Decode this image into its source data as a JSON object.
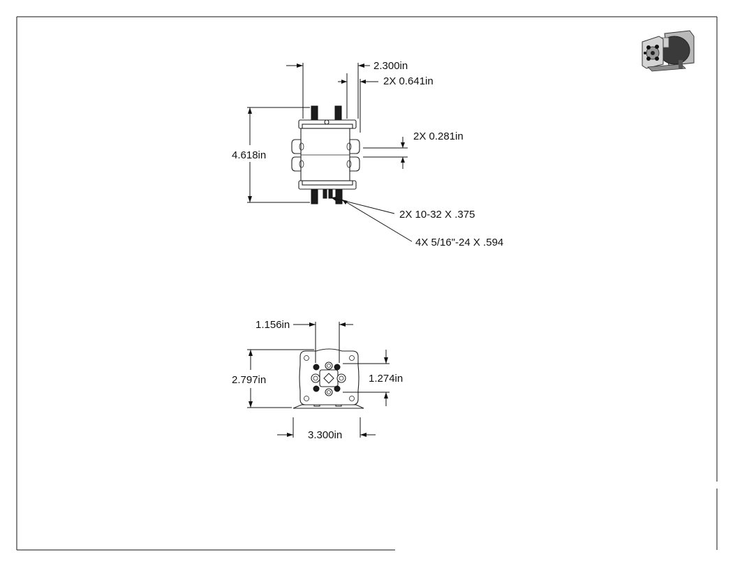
{
  "side_view": {
    "dim_overall_width": "2.300in",
    "dim_stud_spacing": "2X 0.641in",
    "dim_slot_width": "2X 0.281in",
    "dim_height": "4.618in",
    "callout_small_studs": "2X 10-32 X .375",
    "callout_large_studs": "4X 5/16\"-24 X .594"
  },
  "end_view": {
    "dim_stud_offset": "1.156in",
    "dim_base_height": "2.797in",
    "dim_stud_vertical": "1.274in",
    "dim_base_width": "3.300in"
  },
  "thumbnail": {
    "icon": "solenoid-isometric-icon"
  }
}
